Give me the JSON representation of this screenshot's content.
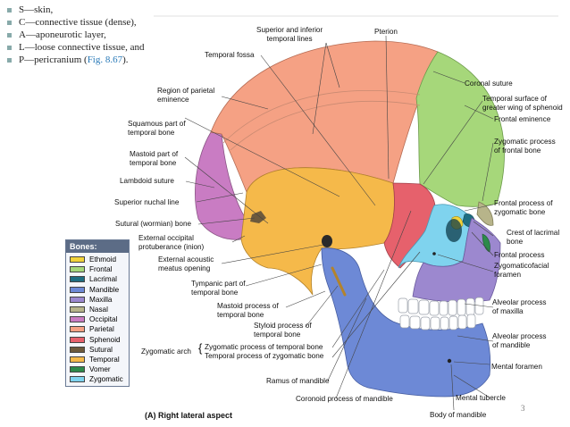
{
  "mnemonic": [
    {
      "text": "S—skin,"
    },
    {
      "text": "C—connective tissue (dense),"
    },
    {
      "text": "A—aponeurotic layer,"
    },
    {
      "text": "L—loose connective tissue, and"
    },
    {
      "text": "P—pericranium (",
      "link": "Fig. 8.67",
      "after": ")."
    }
  ],
  "labels": {
    "superior_inferior_temporal_lines": "Superior and inferior\ntemporal lines",
    "pterion": "Pterion",
    "temporal_fossa": "Temporal fossa",
    "region_parietal_eminence": "Region of parietal\neminence",
    "squamous_part_temporal": "Squamous part of\ntemporal bone",
    "mastoid_part_temporal": "Mastoid part of\ntemporal bone",
    "lambdoid_suture": "Lambdoid suture",
    "superior_nuchal_line": "Superior nuchal line",
    "sutural_wormian_bone": "Sutural (wormian) bone",
    "external_occipital_protuberance": "External occipital\nprotuberance (inion)",
    "external_acoustic_meatus": "External acoustic\nmeatus opening",
    "tympanic_part_temporal": "Tympanic part of\ntemporal bone",
    "mastoid_process_temporal": "Mastoid process of\ntemporal bone",
    "styloid_process_temporal": "Styloid process of\ntemporal bone",
    "zygomatic_arch": "Zygomatic arch",
    "zygomatic_process_temporal": "Zygomatic process of temporal bone",
    "temporal_process_zygomatic": "Temporal process of zygomatic bone",
    "ramus_mandible": "Ramus of mandible",
    "coronoid_process_mandible": "Coronoid process of mandible",
    "body_mandible": "Body of mandible",
    "mental_tubercle": "Mental tubercle",
    "mental_foramen": "Mental foramen",
    "alveolar_process_mandible": "Alveolar process\nof mandible",
    "alveolar_process_maxilla": "Alveolar process\nof maxilla",
    "zygomaticofacial_foramen": "Zygomaticofacial\nforamen",
    "frontal_process": "Frontal process",
    "crest_lacrimal_bone": "Crest of lacrimal\nbone",
    "frontal_process_zygomatic": "Frontal process of\nzygomatic bone",
    "zygomatic_process_frontal": "Zygomatic process\nof frontal bone",
    "frontal_eminence": "Frontal eminence",
    "temporal_surface_sphenoid": "Temporal surface of\ngreater wing of sphenoid",
    "coronal_suture": "Coronal suture"
  },
  "legend": {
    "title": "Bones:",
    "items": [
      {
        "name": "Ethmoid",
        "color": "#f2d33a"
      },
      {
        "name": "Frontal",
        "color": "#a6d77a"
      },
      {
        "name": "Lacrimal",
        "color": "#1f6e82"
      },
      {
        "name": "Mandible",
        "color": "#6d89d6"
      },
      {
        "name": "Maxilla",
        "color": "#9c88cf"
      },
      {
        "name": "Nasal",
        "color": "#b7b48a"
      },
      {
        "name": "Occipital",
        "color": "#c97cc3"
      },
      {
        "name": "Parietal",
        "color": "#f5a184"
      },
      {
        "name": "Sphenoid",
        "color": "#e6616c"
      },
      {
        "name": "Sutural",
        "color": "#6d5a3c"
      },
      {
        "name": "Temporal",
        "color": "#f5b94a"
      },
      {
        "name": "Vomer",
        "color": "#2d8a4a"
      },
      {
        "name": "Zygomatic",
        "color": "#7fd3ee"
      }
    ]
  },
  "caption": "(A) Right lateral aspect",
  "page_number": "3"
}
